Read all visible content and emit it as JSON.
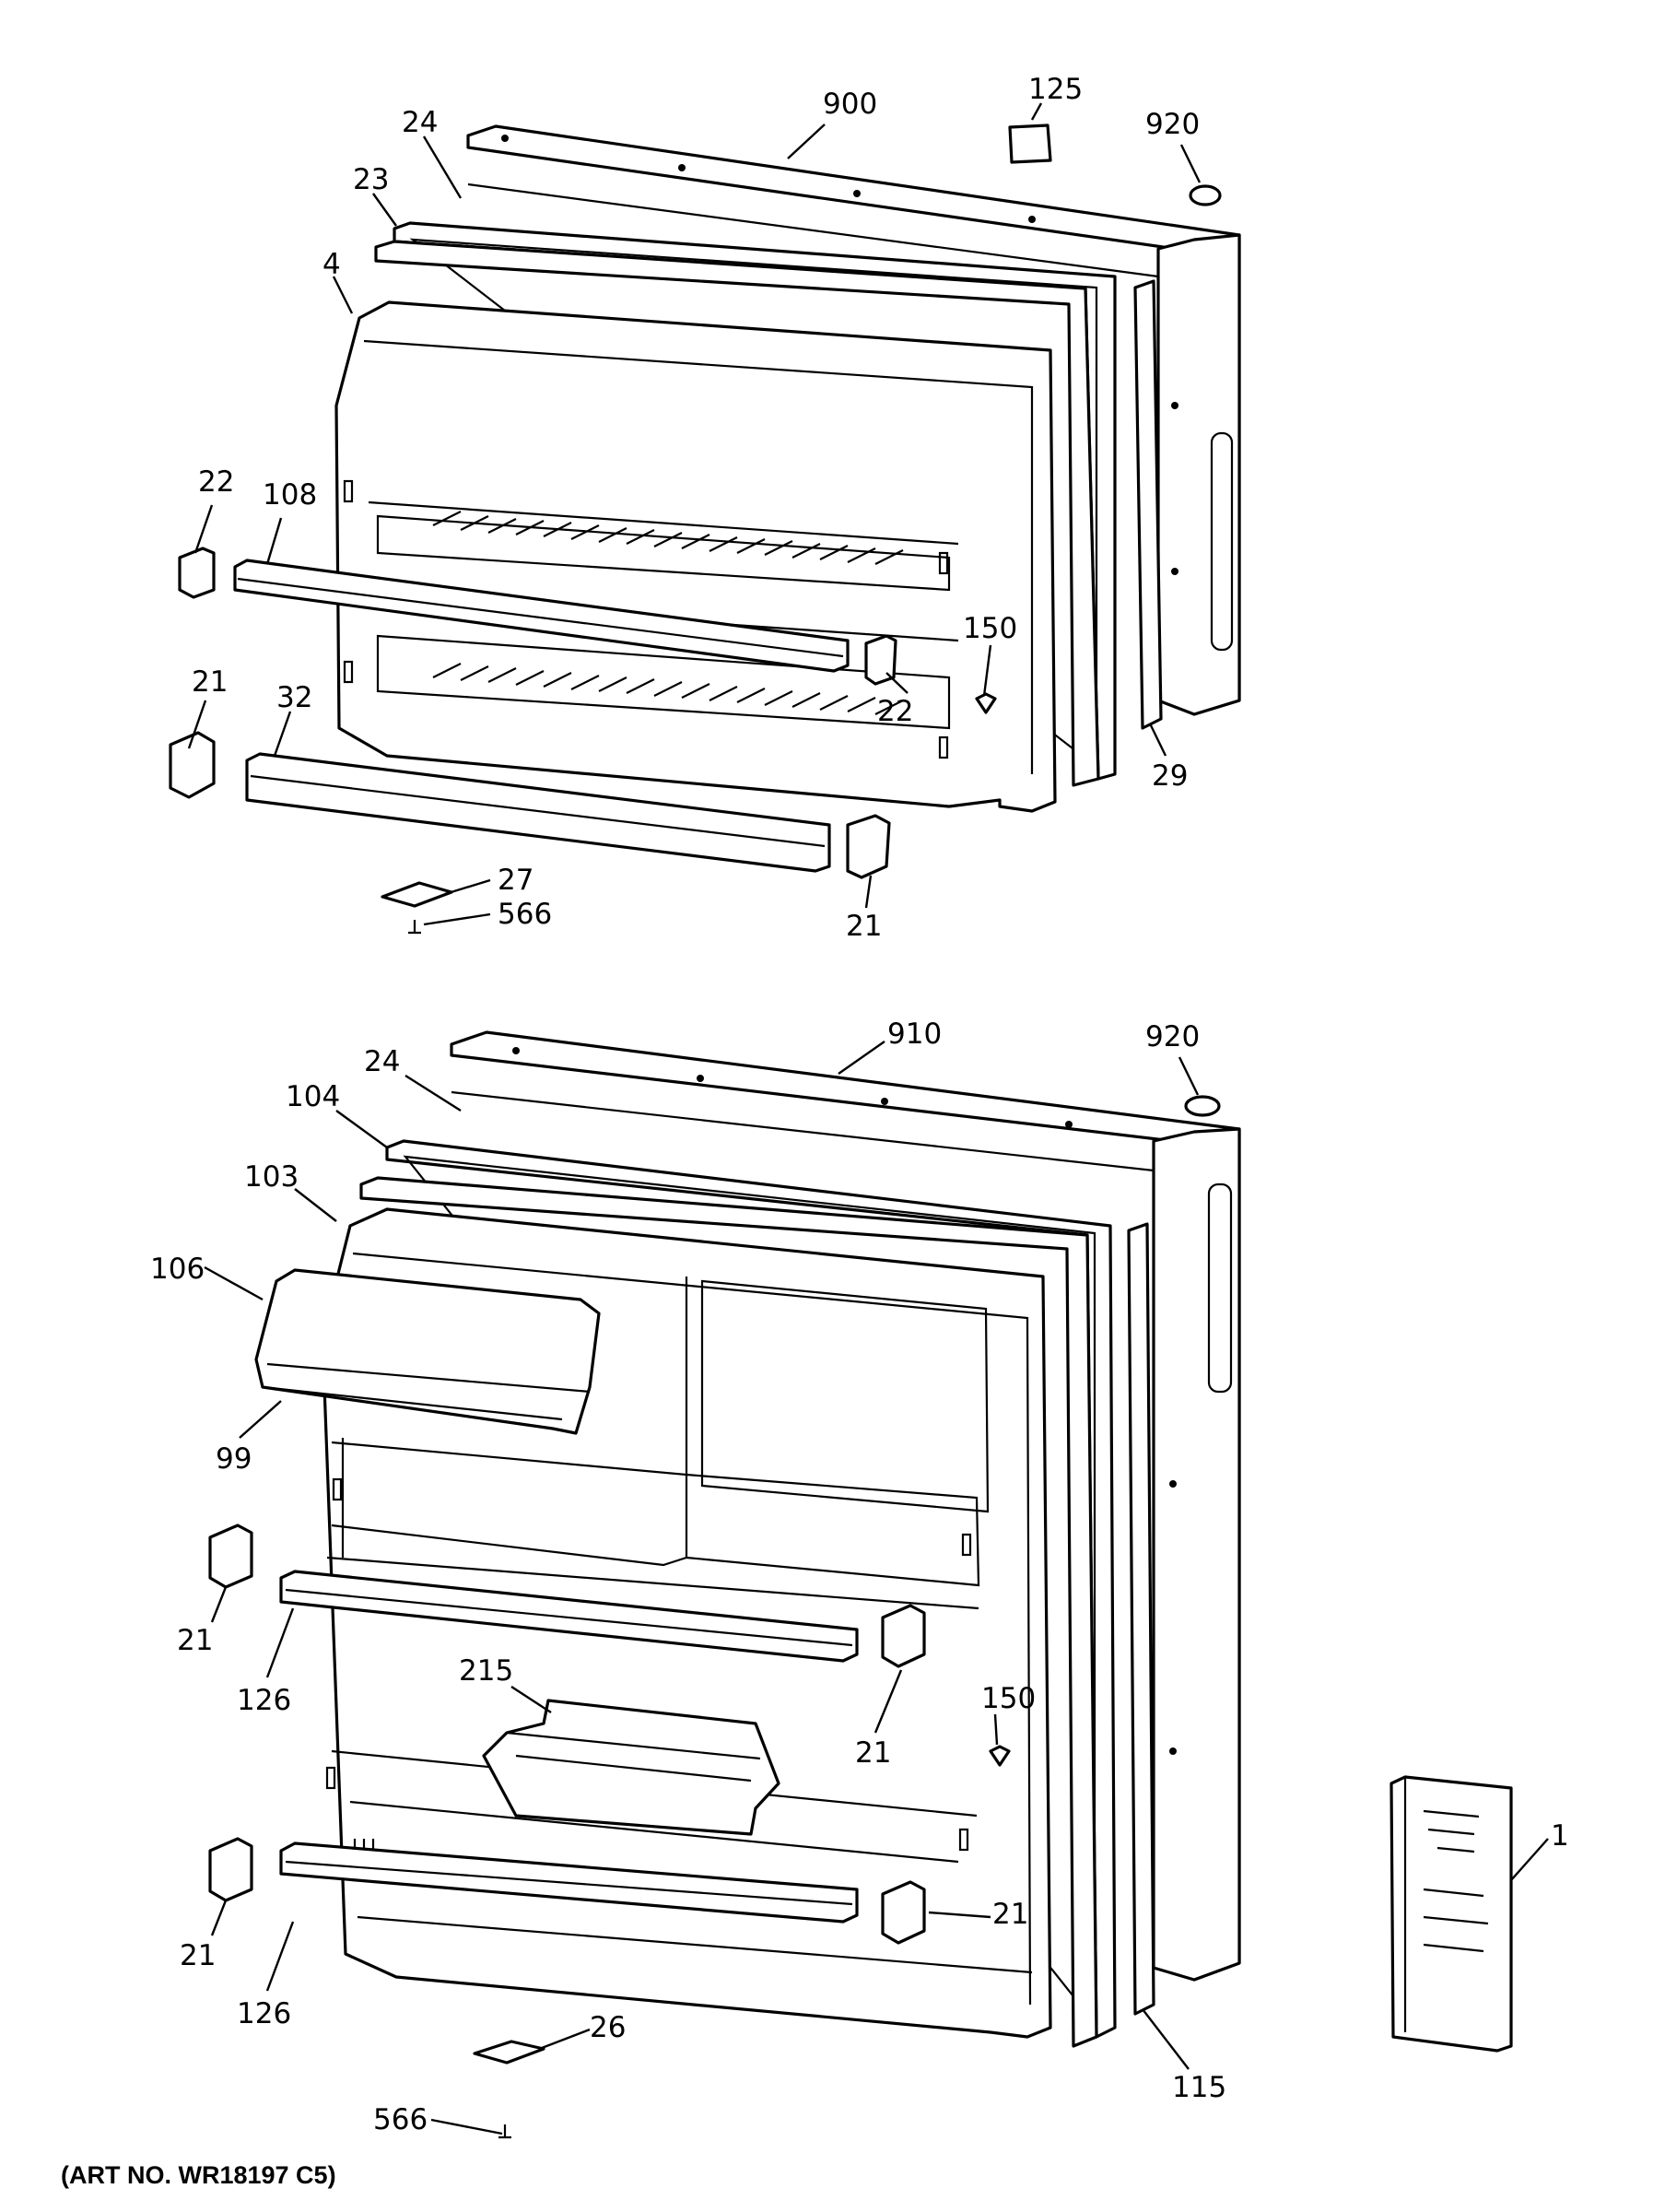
{
  "callouts": {
    "c900": "900",
    "c125": "125",
    "c920a": "920",
    "c24a": "24",
    "c23": "23",
    "c4": "4",
    "c22a": "22",
    "c108": "108",
    "c150a": "150",
    "c22b": "22",
    "c21a": "21",
    "c32": "32",
    "c29": "29",
    "c27": "27",
    "c566a": "566",
    "c21b": "21",
    "c910": "910",
    "c920b": "920",
    "c24b": "24",
    "c104": "104",
    "c103": "103",
    "c106": "106",
    "c99": "99",
    "c21c": "21",
    "c126a": "126",
    "c215": "215",
    "c150b": "150",
    "c21d": "21",
    "c1": "1",
    "c21e": "21",
    "c126b": "126",
    "c21f": "21",
    "c26": "26",
    "c566b": "566",
    "c115": "115"
  },
  "caption": "(ART NO. WR18197 C5)"
}
